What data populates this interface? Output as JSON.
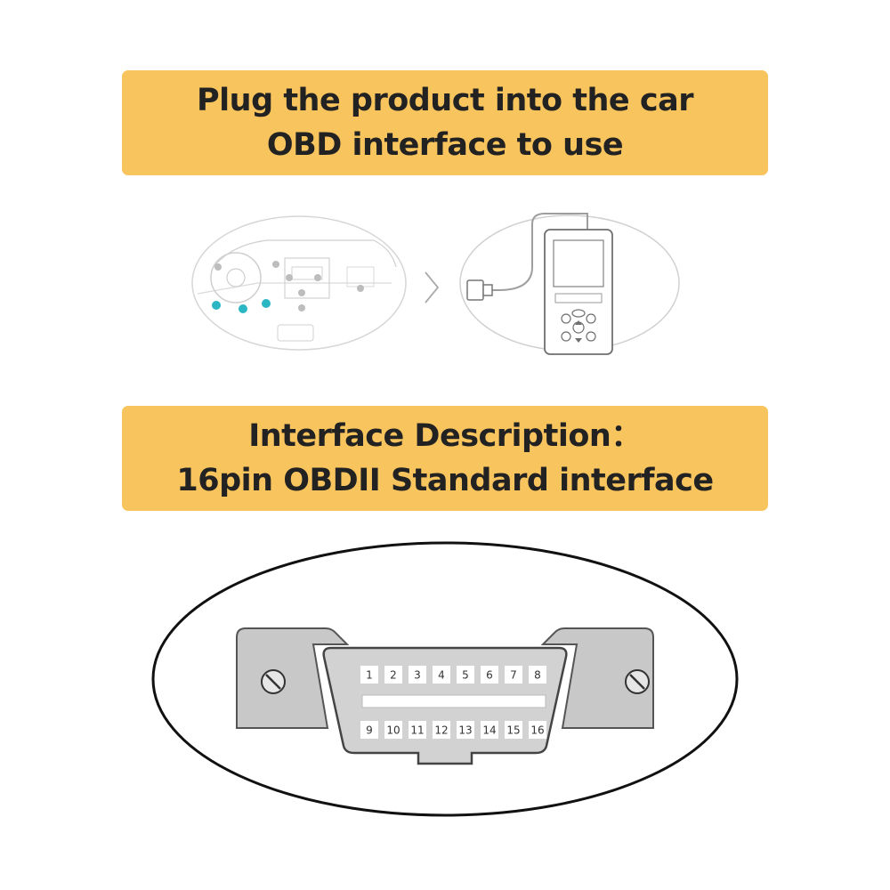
{
  "banner_usage": {
    "line1": "Plug the product into the car",
    "line2": "OBD interface to use"
  },
  "banner_interface": {
    "line1": "Interface Description：",
    "line2": "16pin OBDII Standard interface"
  },
  "connector": {
    "pins_top": [
      "1",
      "2",
      "3",
      "4",
      "5",
      "6",
      "7",
      "8"
    ],
    "pins_bottom": [
      "9",
      "10",
      "11",
      "12",
      "13",
      "14",
      "15",
      "16"
    ]
  },
  "colors": {
    "banner": "#f8c45e",
    "connector_gray": "#c8c8c8",
    "accent_teal": "#2bb6c4"
  }
}
